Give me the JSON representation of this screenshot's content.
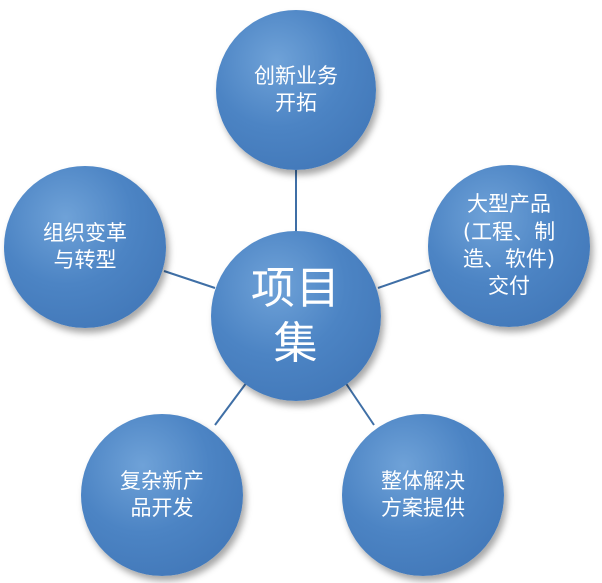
{
  "diagram": {
    "center": {
      "label": "项目\n集"
    },
    "nodes": {
      "top": "创新业务\n开拓",
      "right": "大型产品\n(工程、制\n造、软件)\n交付",
      "left": "组织变革\n与转型",
      "bottom_left": "复杂新产\n品开发",
      "bottom_right": "整体解决\n方案提供"
    },
    "colors": {
      "node_fill": "#4a80c2",
      "node_fill_light": "#6fa2d8",
      "connector": "#3f6fa6",
      "text": "#ffffff"
    }
  }
}
